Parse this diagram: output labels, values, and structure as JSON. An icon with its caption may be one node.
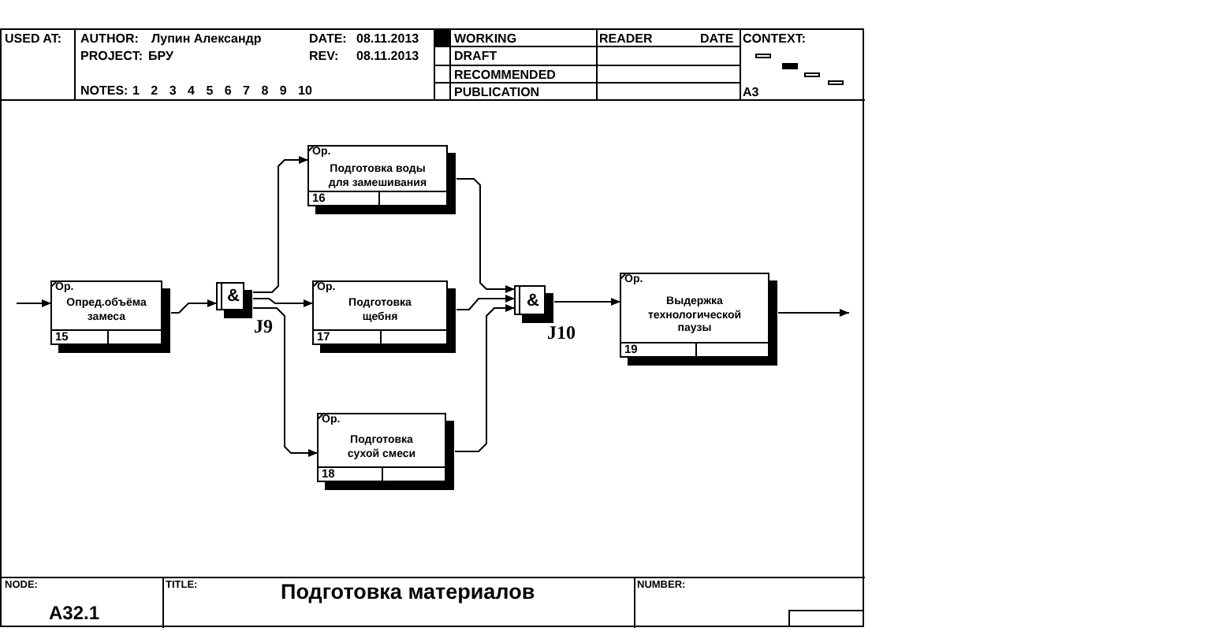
{
  "diagram": {
    "title": "Подготовка материалов",
    "nodes": [
      {
        "text": [
          "Ор.",
          "Опред.объёма замеса",
          "15"
        ]
      },
      {
        "text": [
          "&"
        ],
        "beside": [
          "J9"
        ]
      },
      {
        "text": [
          "Ор.",
          "Подготовка воды для замешивания",
          "16"
        ]
      },
      {
        "text": [
          "Ор.",
          "Подготовка щебня",
          "17"
        ]
      },
      {
        "text": [
          "Ор.",
          "Подготовка сухой смеси",
          "18"
        ]
      },
      {
        "text": [
          "&"
        ],
        "beside": [
          "J10"
        ]
      },
      {
        "text": [
          "Ор.",
          "Выдержка технологической паузы",
          "19"
        ]
      }
    ],
    "edges": [
      {
        "from": null,
        "to": 0,
        "arrow": "to"
      },
      {
        "from": 0,
        "to": 1,
        "arrow": "to"
      },
      {
        "from": 1,
        "to": 2,
        "arrow": "to"
      },
      {
        "from": 1,
        "to": 3,
        "arrow": "to"
      },
      {
        "from": 1,
        "to": 4,
        "arrow": "to"
      },
      {
        "from": 2,
        "to": 5,
        "arrow": "to"
      },
      {
        "from": 3,
        "to": 5,
        "arrow": "to"
      },
      {
        "from": 4,
        "to": 5,
        "arrow": "to"
      },
      {
        "from": 5,
        "to": 6,
        "arrow": "to"
      },
      {
        "from": 6,
        "to": null,
        "arrow": "to"
      }
    ],
    "labels": [
      "USED AT:",
      "AUTHOR:",
      "Лупин Александр",
      "DATE:",
      "08.11.2013",
      "WORKING",
      "READER",
      "DATE",
      "CONTEXT:",
      "PROJECT:",
      "БРУ",
      "REV:",
      "08.11.2013",
      "DRAFT",
      "RECOMMENDED",
      "NOTES:",
      "1 2 3 4 5 6 7 8 9 10",
      "PUBLICATION",
      "A3",
      "NODE:",
      "A32.1",
      "TITLE:",
      "NUMBER:"
    ]
  }
}
